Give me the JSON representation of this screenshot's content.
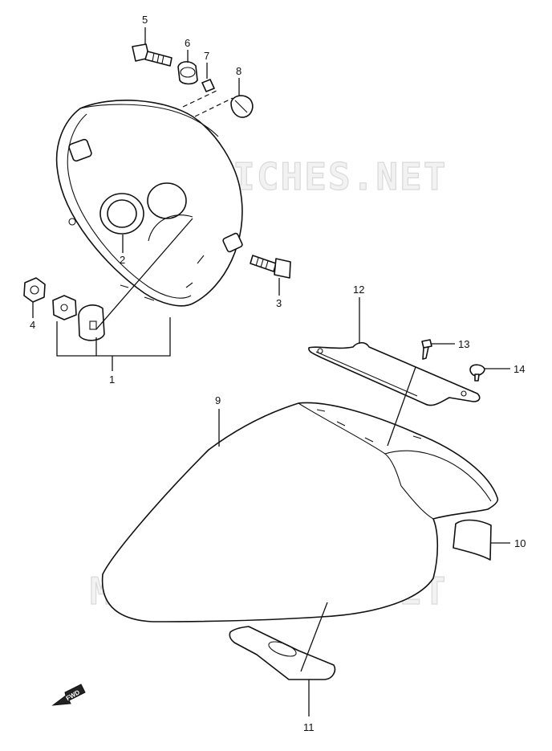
{
  "watermark": "MICROFICHES.NET",
  "direction_badge": "FWD",
  "callouts": [
    {
      "id": "1",
      "label": "1"
    },
    {
      "id": "2",
      "label": "2"
    },
    {
      "id": "3",
      "label": "3"
    },
    {
      "id": "4",
      "label": "4"
    },
    {
      "id": "5",
      "label": "5"
    },
    {
      "id": "6",
      "label": "6"
    },
    {
      "id": "7",
      "label": "7"
    },
    {
      "id": "8",
      "label": "8"
    },
    {
      "id": "9",
      "label": "9"
    },
    {
      "id": "10",
      "label": "10"
    },
    {
      "id": "11",
      "label": "11"
    },
    {
      "id": "12",
      "label": "12"
    },
    {
      "id": "13",
      "label": "13"
    },
    {
      "id": "14",
      "label": "14"
    }
  ]
}
